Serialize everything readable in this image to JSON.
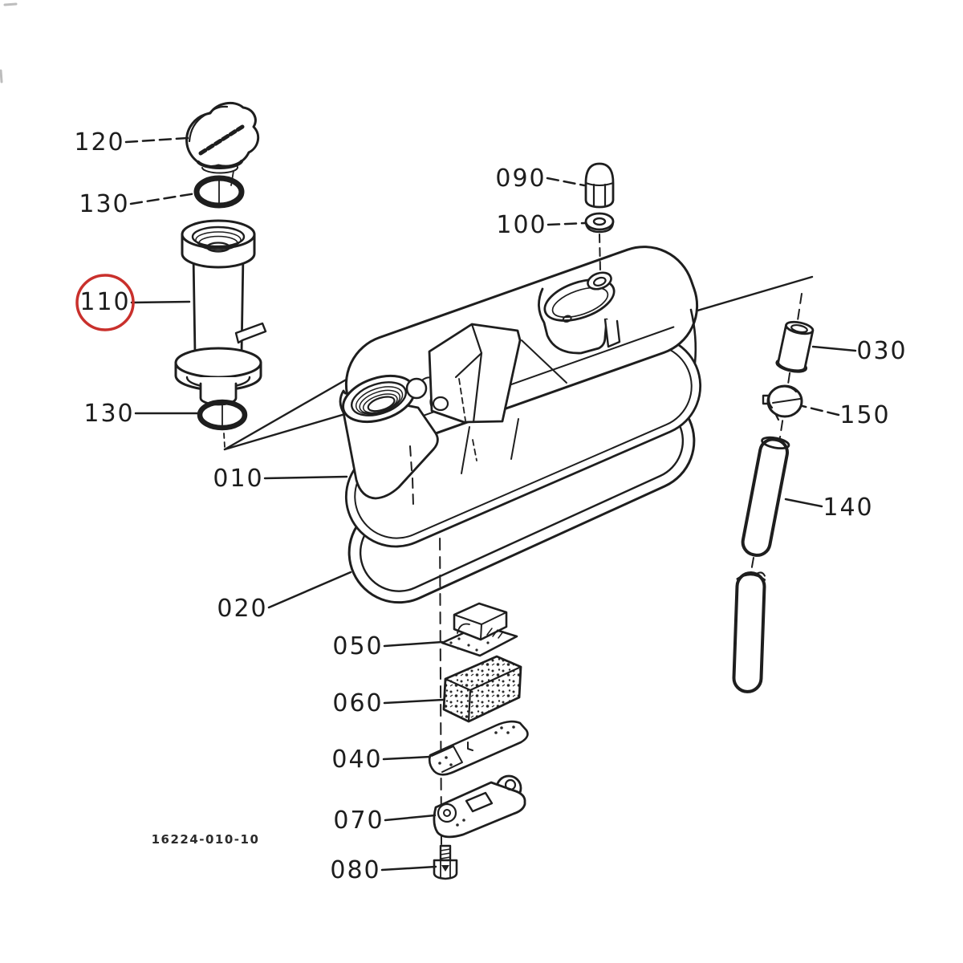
{
  "diagram": {
    "type": "exploded-parts-diagram",
    "drawing_number": "16224-010-10",
    "selected_part": "110",
    "colors": {
      "line": "#1e1e1e",
      "background": "#ffffff",
      "highlight": "#c9302c"
    },
    "callouts": [
      {
        "ref": "120"
      },
      {
        "ref": "130"
      },
      {
        "ref": "110",
        "selected": true
      },
      {
        "ref": "130"
      },
      {
        "ref": "010"
      },
      {
        "ref": "020"
      },
      {
        "ref": "090"
      },
      {
        "ref": "100"
      },
      {
        "ref": "030"
      },
      {
        "ref": "150"
      },
      {
        "ref": "140"
      },
      {
        "ref": "050"
      },
      {
        "ref": "060"
      },
      {
        "ref": "040"
      },
      {
        "ref": "070"
      },
      {
        "ref": "080"
      }
    ]
  }
}
